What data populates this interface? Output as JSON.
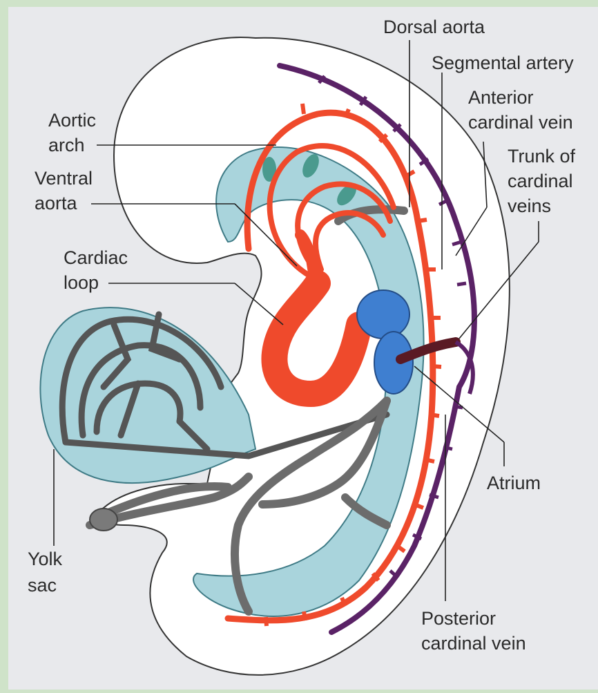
{
  "labels": {
    "dorsal_aorta": "Dorsal aorta",
    "segmental_artery": "Segmental artery",
    "anterior_cardinal_vein": [
      "Anterior",
      "cardinal vein"
    ],
    "aortic_arch": [
      "Aortic",
      "arch"
    ],
    "trunk_of_cardinal_veins": [
      "Trunk of",
      "cardinal",
      "veins"
    ],
    "ventral_aorta": [
      "Ventral",
      "aorta"
    ],
    "cardiac_loop": [
      "Cardiac",
      "loop"
    ],
    "atrium": "Atrium",
    "yolk_sac": [
      "Yolk",
      "sac"
    ],
    "posterior_cardinal_vein": [
      "Posterior",
      "cardinal vein"
    ]
  },
  "colors": {
    "border_green": "#cfe3c9",
    "background": "#e8e9ec",
    "embryo_body": "#ffffff",
    "yolk_sac_fill": "#a9d4dc",
    "arteries": "#ef4a2c",
    "atrium": "#3f7fd0",
    "posterior_vein": "#5a2266",
    "veins": "#6c6c6c"
  }
}
